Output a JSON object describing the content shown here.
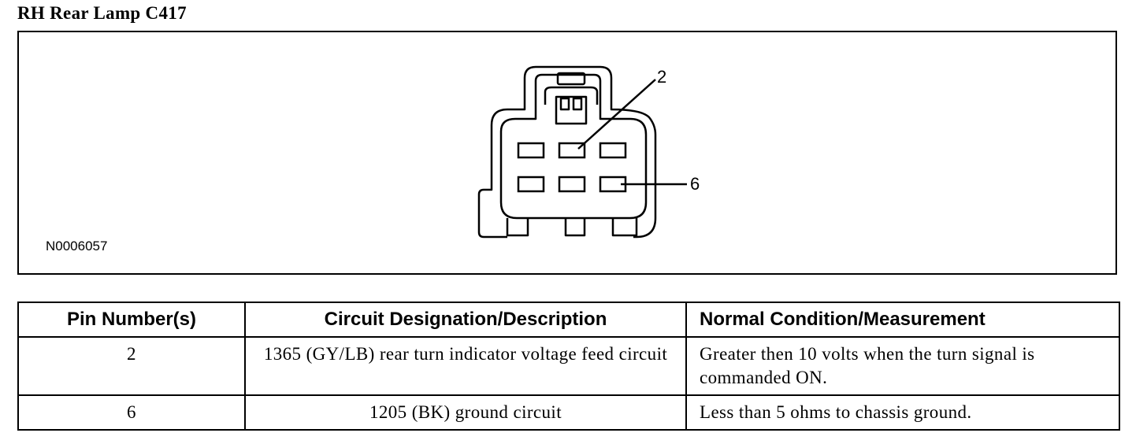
{
  "title": "RH Rear Lamp C417",
  "diagram": {
    "figure_id": "N0006057",
    "callouts": [
      "2",
      "6"
    ]
  },
  "table": {
    "headers": [
      "Pin Number(s)",
      "Circuit Designation/Description",
      "Normal Condition/Measurement"
    ],
    "rows": [
      {
        "pin": "2",
        "circuit": "1365 (GY/LB) rear turn indicator voltage feed circuit",
        "condition": "Greater then 10 volts when the turn signal is commanded ON."
      },
      {
        "pin": "6",
        "circuit": "1205 (BK) ground circuit",
        "condition": "Less than 5 ohms to chassis ground."
      }
    ]
  }
}
